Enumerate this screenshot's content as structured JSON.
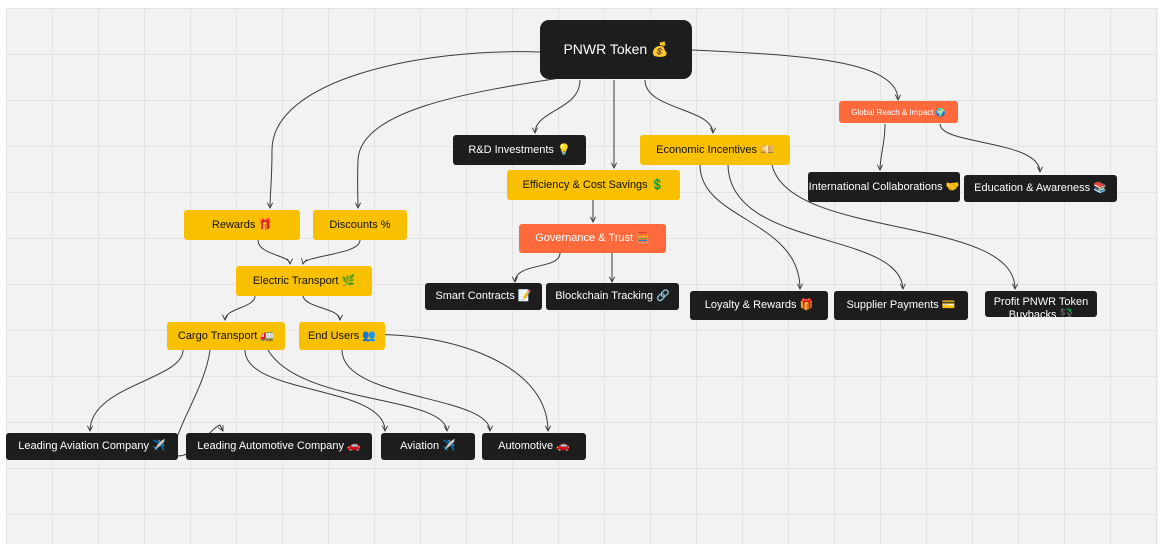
{
  "nodes": {
    "root": "PNWR Token 💰",
    "global": "Global Reach & Impact 🌍",
    "intl": "International Collaborations 🤝",
    "edu": "Education & Awareness 📚",
    "rd": "R&D Investments 💡",
    "econ": "Economic Incentives 💴",
    "eff": "Efficiency & Cost Savings 💲",
    "gov": "Governance & Trust 🧮",
    "smart": "Smart Contracts 📝",
    "chain": "Blockchain Tracking 🔗",
    "loyalty": "Loyalty & Rewards 🎁",
    "supplier": "Supplier Payments 💳",
    "profit": "Profit PNWR Token Buybacks 💱",
    "rewards": "Rewards 🎁",
    "discounts": "Discounts %",
    "electric": "Electric Transport 🌿",
    "cargo": "Cargo Transport 🚛",
    "endusers": "End Users 👥",
    "lac": "Leading Aviation Company ✈️",
    "lauto": "Leading Automotive Company 🚗",
    "aviation": "Aviation ✈️",
    "automotive": "Automotive 🚗"
  },
  "colors": {
    "dark": "#1d1d1d",
    "yellow": "#f9c000",
    "orange": "#ff6a3d",
    "canvas": "#f2f2f2"
  }
}
